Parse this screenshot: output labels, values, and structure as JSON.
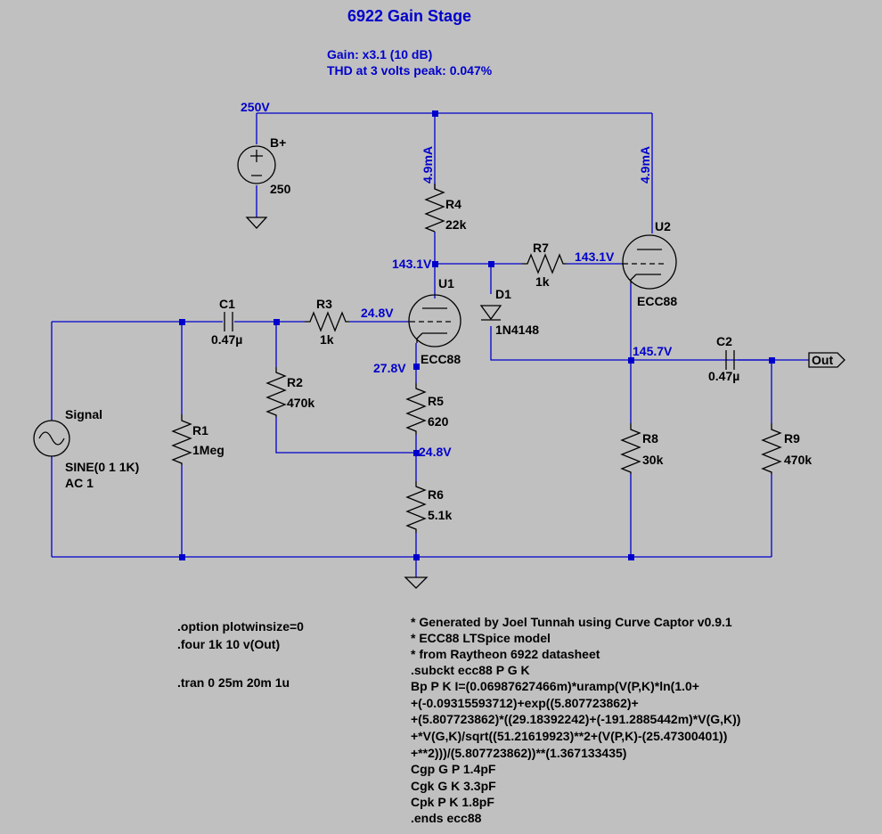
{
  "title": "6922 Gain Stage",
  "summary": {
    "gain": "Gain: x3.1 (10 dB)",
    "thd": "THD at 3 volts peak: 0.047%"
  },
  "colors": {
    "wire": "#0000cc",
    "component": "#000000",
    "background": "#c0c0c0"
  },
  "nets": {
    "rail": "250V",
    "plate_u1": "143.1V",
    "grid_u2": "143.1V",
    "grid_u1": "24.8V",
    "cathode_u1": "27.8V",
    "bias_node": "24.8V",
    "cathode_u2": "145.7V",
    "current_u1": "4.9mA",
    "current_u2": "4.9mA"
  },
  "components": {
    "bplus": {
      "name": "B+",
      "value": "250"
    },
    "signal": {
      "name": "Signal",
      "value1": "SINE(0 1 1K)",
      "value2": "AC 1"
    },
    "r1": {
      "name": "R1",
      "value": "1Meg"
    },
    "c1": {
      "name": "C1",
      "value": "0.47µ"
    },
    "r2": {
      "name": "R2",
      "value": "470k"
    },
    "r3": {
      "name": "R3",
      "value": "1k"
    },
    "r4": {
      "name": "R4",
      "value": "22k"
    },
    "r5": {
      "name": "R5",
      "value": "620"
    },
    "r6": {
      "name": "R6",
      "value": "5.1k"
    },
    "r7": {
      "name": "R7",
      "value": "1k"
    },
    "d1": {
      "name": "D1",
      "value": "1N4148"
    },
    "u1": {
      "name": "U1",
      "value": "ECC88"
    },
    "u2": {
      "name": "U2",
      "value": "ECC88"
    },
    "r8": {
      "name": "R8",
      "value": "30k"
    },
    "c2": {
      "name": "C2",
      "value": "0.47µ"
    },
    "r9": {
      "name": "R9",
      "value": "470k"
    },
    "out": {
      "label": "Out"
    }
  },
  "directives_left": [
    ".option plotwinsize=0",
    ".four 1k 10 v(Out)",
    "",
    ".tran 0 25m 20m 1u"
  ],
  "model_lines": [
    "* Generated by Joel Tunnah using Curve Captor v0.9.1",
    "* ECC88 LTSpice model",
    "* from Raytheon 6922 datasheet",
    ".subckt ecc88 P G K",
    "Bp P K I=(0.06987627466m)*uramp(V(P,K)*ln(1.0+",
    "+(-0.09315593712)+exp((5.807723862)+",
    "+(5.807723862)*((29.18392242)+(-191.2885442m)*V(G,K))",
    "+*V(G,K)/sqrt((51.21619923)**2+(V(P,K)-(25.47300401))",
    "+**2)))/(5.807723862))**(1.367133435)",
    "Cgp G P 1.4pF",
    "Cgk G K 3.3pF",
    "Cpk P K 1.8pF",
    ".ends ecc88"
  ]
}
